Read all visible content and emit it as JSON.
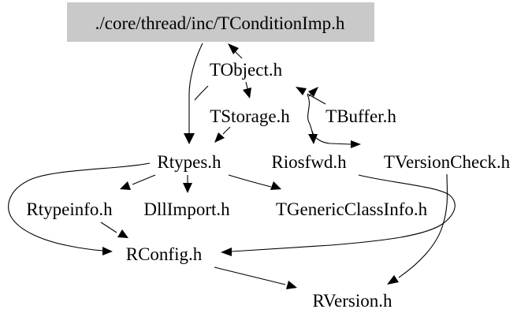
{
  "diagram": {
    "kind": "include-dependency-graph",
    "root": {
      "label": "./core/thread/inc/TConditionImp.h",
      "highlighted": true
    },
    "nodes": [
      {
        "id": "root",
        "label": "./core/thread/inc/TConditionImp.h"
      },
      {
        "id": "TObject",
        "label": "TObject.h"
      },
      {
        "id": "TStorage",
        "label": "TStorage.h"
      },
      {
        "id": "TBuffer",
        "label": "TBuffer.h"
      },
      {
        "id": "Rtypes",
        "label": "Rtypes.h"
      },
      {
        "id": "Riosfwd",
        "label": "Riosfwd.h"
      },
      {
        "id": "TVersionCheck",
        "label": "TVersionCheck.h"
      },
      {
        "id": "Rtypeinfo",
        "label": "Rtypeinfo.h"
      },
      {
        "id": "DllImport",
        "label": "DllImport.h"
      },
      {
        "id": "TGenericClassInfo",
        "label": "TGenericClassInfo.h"
      },
      {
        "id": "RConfig",
        "label": "RConfig.h"
      },
      {
        "id": "RVersion",
        "label": "RVersion.h"
      }
    ],
    "edges": [
      {
        "from": "TObject.h",
        "to": "./core/thread/inc/TConditionImp.h"
      },
      {
        "from": "./core/thread/inc/TConditionImp.h",
        "to": "Rtypes.h"
      },
      {
        "from": "TObject.h",
        "to": "TStorage.h"
      },
      {
        "from": "TObject.h",
        "to": "Rtypes.h"
      },
      {
        "from": "TStorage.h",
        "to": "Rtypes.h"
      },
      {
        "from": "TBuffer.h",
        "to": "TObject.h"
      },
      {
        "from": "Riosfwd.h",
        "to": "TBuffer.h"
      },
      {
        "from": "TObject.h",
        "to": "Riosfwd.h"
      },
      {
        "from": "TObject.h",
        "to": "TVersionCheck.h"
      },
      {
        "from": "Rtypes.h",
        "to": "Rtypeinfo.h"
      },
      {
        "from": "Rtypes.h",
        "to": "DllImport.h"
      },
      {
        "from": "Rtypes.h",
        "to": "TGenericClassInfo.h"
      },
      {
        "from": "Rtypes.h",
        "to": "RConfig.h"
      },
      {
        "from": "Rtypeinfo.h",
        "to": "RConfig.h"
      },
      {
        "from": "Riosfwd.h",
        "to": "RConfig.h"
      },
      {
        "from": "TVersionCheck.h",
        "to": "RVersion.h"
      },
      {
        "from": "RConfig.h",
        "to": "RVersion.h"
      }
    ],
    "colors": {
      "background": "#ffffff",
      "text": "#000000",
      "edge": "#000000",
      "root_fill": "#c9c9c9"
    }
  }
}
